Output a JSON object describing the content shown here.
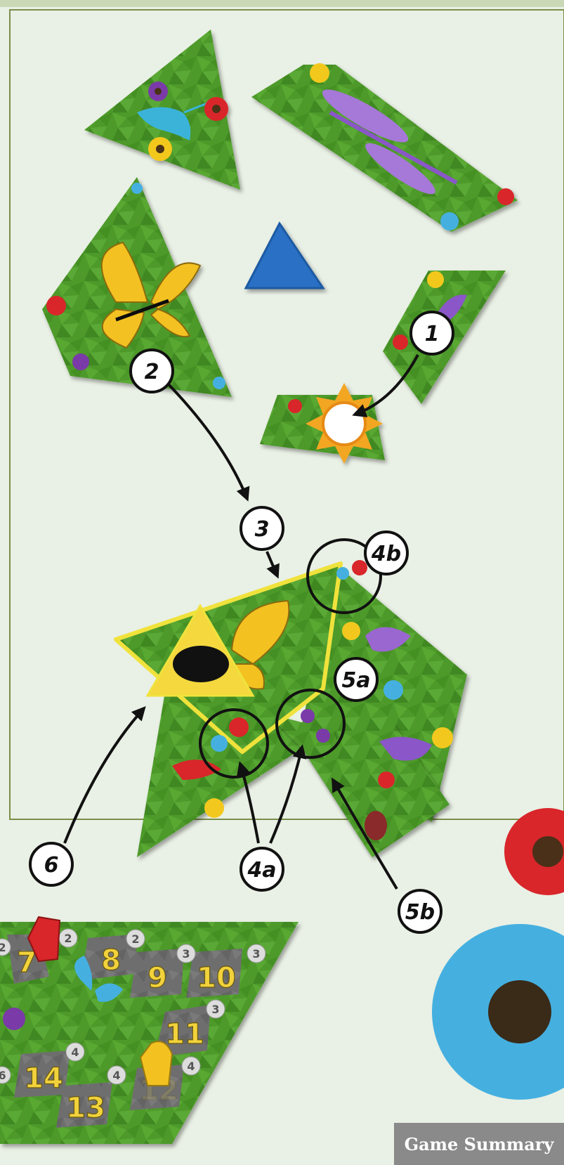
{
  "callouts": [
    {
      "label": "1"
    },
    {
      "label": "2"
    },
    {
      "label": "3"
    },
    {
      "label": "4b"
    },
    {
      "label": "5a"
    },
    {
      "label": "4a"
    },
    {
      "label": "5b"
    },
    {
      "label": "6"
    }
  ],
  "score_track": {
    "spaces": [
      {
        "number": "7",
        "cost": "2"
      },
      {
        "number": "8",
        "cost": "2"
      },
      {
        "number": "9",
        "cost": "3"
      },
      {
        "number": "10",
        "cost": "3"
      },
      {
        "number": "11",
        "cost": "3"
      },
      {
        "number": "12",
        "cost": "4"
      },
      {
        "number": "13",
        "cost": "4"
      },
      {
        "number": "14",
        "cost": "4"
      }
    ],
    "edge_costs": [
      "2",
      "6"
    ]
  },
  "footer": {
    "tab_label": "Game Summary"
  },
  "colors": {
    "background": "#e9f0e5",
    "tile_green": "#4d9a2a",
    "highlight_yellow": "#f0e23c",
    "pollinator_yellow": "#f4d83e",
    "tab_gray": "#8a8a8a"
  }
}
